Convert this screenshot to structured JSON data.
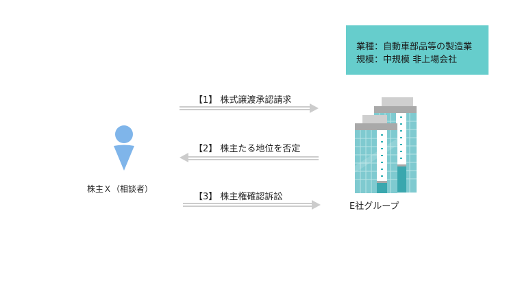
{
  "info_box": {
    "line1": "業種：自動車部品等の製造業",
    "line2": "規模：中規模 非上場会社",
    "bg_color": "#66cdcc"
  },
  "arrows": [
    {
      "label": "【1】 株式譲渡承認請求",
      "direction": "right"
    },
    {
      "label": "【2】 株主たる地位を否定",
      "direction": "left"
    },
    {
      "label": "【3】 株主権確認訴訟",
      "direction": "right"
    }
  ],
  "shareholder": {
    "label": "株主Ｘ（相談者）",
    "icon": "person-icon",
    "color": "#7fb5ea"
  },
  "company": {
    "label": "E社グループ",
    "icon": "buildings-icon"
  }
}
